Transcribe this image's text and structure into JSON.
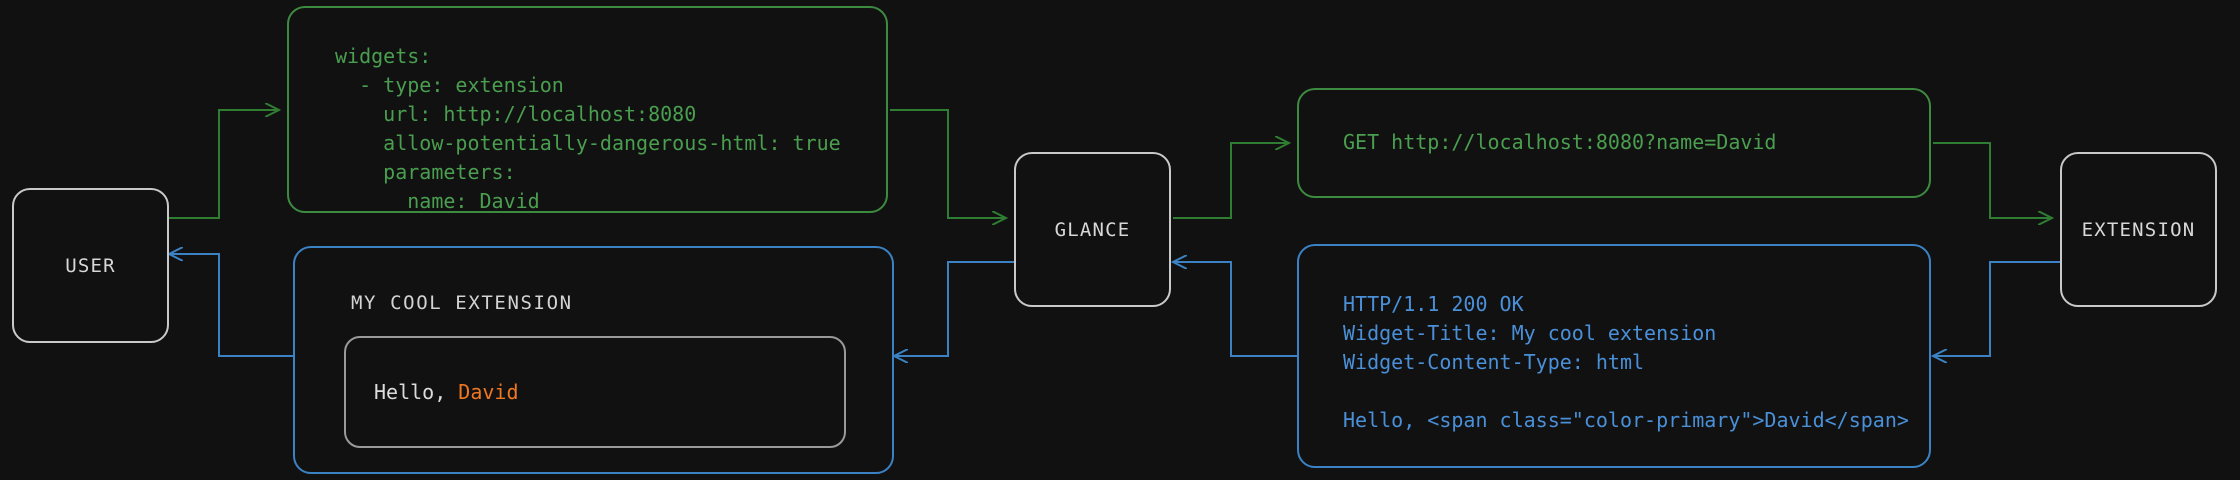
{
  "diagram": {
    "title": "Glance extension widget request flow",
    "background_color": "#111111",
    "colors": {
      "request_green": "#4a9e4f",
      "response_blue": "#4a90d9",
      "node_border": "#c9c9c9",
      "node_text": "#d8d8d8",
      "accent_orange": "#ef7722"
    }
  },
  "nodes": {
    "user": {
      "label": "USER"
    },
    "glance": {
      "label": "GLANCE"
    },
    "extension": {
      "label": "EXTENSION"
    }
  },
  "yaml_config": {
    "lines": [
      "widgets:",
      "  - type: extension",
      "    url: http://localhost:8080",
      "    allow-potentially-dangerous-html: true",
      "    parameters:",
      "      name: David"
    ],
    "text": "widgets:\n  - type: extension\n    url: http://localhost:8080\n    allow-potentially-dangerous-html: true\n    parameters:\n      name: David"
  },
  "http_request": {
    "text": "GET http://localhost:8080?name=David",
    "method": "GET",
    "url": "http://localhost:8080?name=David"
  },
  "http_response": {
    "status_line": "HTTP/1.1 200 OK",
    "headers": [
      "Widget-Title: My cool extension",
      "Widget-Content-Type: html"
    ],
    "body": "Hello, <span class=\"color-primary\">David</span>",
    "text": "HTTP/1.1 200 OK\nWidget-Title: My cool extension\nWidget-Content-Type: html\n\nHello, <span class=\"color-primary\">David</span>"
  },
  "widget_preview": {
    "title": "MY COOL EXTENSION",
    "greeting_prefix": "Hello, ",
    "greeting_name": "David"
  }
}
